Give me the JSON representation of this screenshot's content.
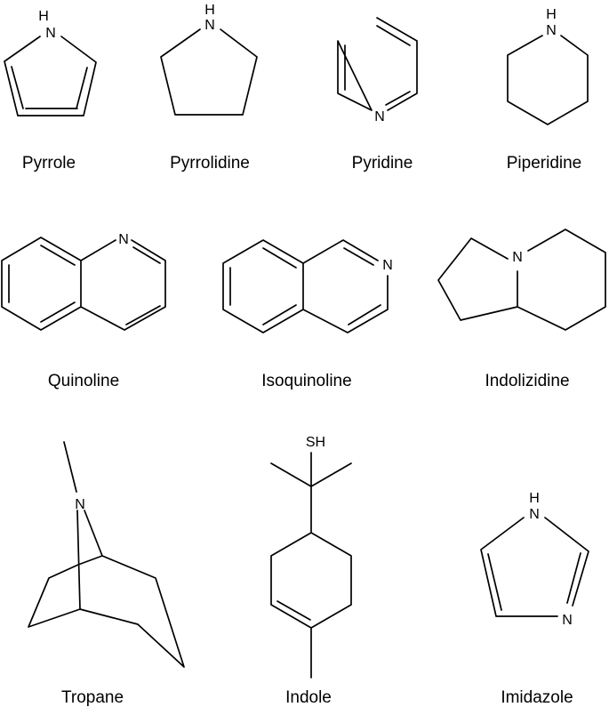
{
  "molecules": [
    {
      "name": "Pyrrole",
      "atoms": [
        "H",
        "N"
      ]
    },
    {
      "name": "Pyrrolidine",
      "atoms": [
        "H",
        "N"
      ]
    },
    {
      "name": "Pyridine",
      "atoms": [
        "N"
      ]
    },
    {
      "name": "Piperidine",
      "atoms": [
        "H",
        "N"
      ]
    },
    {
      "name": "Quinoline",
      "atoms": [
        "N"
      ]
    },
    {
      "name": "Isoquinoline",
      "atoms": [
        "N"
      ]
    },
    {
      "name": "Indolizidine",
      "atoms": [
        "N"
      ]
    },
    {
      "name": "Tropane",
      "atoms": [
        "N"
      ]
    },
    {
      "name": "Indole",
      "atoms": [
        "SH"
      ]
    },
    {
      "name": "Imidazole",
      "atoms": [
        "H",
        "N",
        "N"
      ]
    }
  ]
}
